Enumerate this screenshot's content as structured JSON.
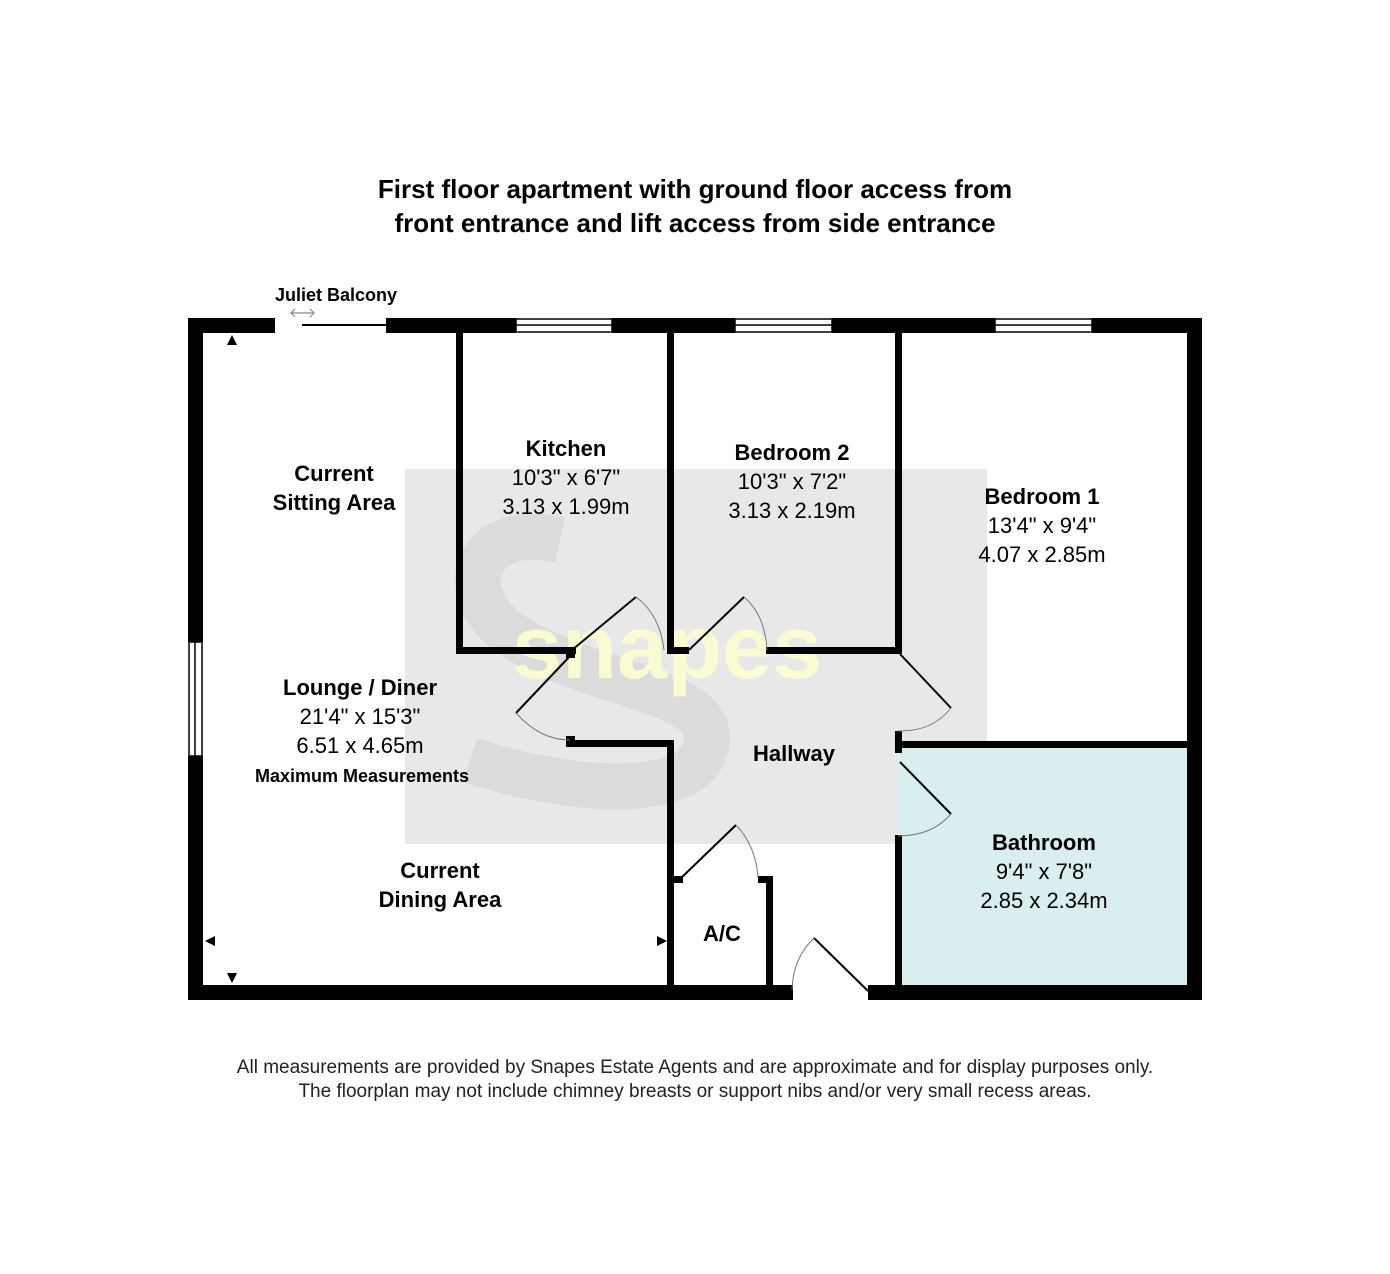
{
  "title": {
    "line1": "First floor apartment with ground floor access from",
    "line2": "front entrance and lift access from side entrance"
  },
  "balcony_label": "Juliet Balcony",
  "watermark": "snapes",
  "rooms": {
    "kitchen": {
      "name": "Kitchen",
      "imperial": "10'3\" x 6'7\"",
      "metric": "3.13 x 1.99m"
    },
    "bedroom2": {
      "name": "Bedroom 2",
      "imperial": "10'3\" x 7'2\"",
      "metric": "3.13 x 2.19m"
    },
    "bedroom1": {
      "name": "Bedroom 1",
      "imperial": "13'4\" x 9'4\"",
      "metric": "4.07 x 2.85m"
    },
    "lounge": {
      "name": "Lounge / Diner",
      "imperial": "21'4\" x 15'3\"",
      "metric": "6.51 x 4.65m",
      "note": "Maximum Measurements"
    },
    "sitting_area": {
      "line1": "Current",
      "line2": "Sitting Area"
    },
    "dining_area": {
      "line1": "Current",
      "line2": "Dining Area"
    },
    "hallway": {
      "name": "Hallway"
    },
    "bathroom": {
      "name": "Bathroom",
      "imperial": "9'4\" x 7'8\"",
      "metric": "2.85 x 2.34m"
    },
    "ac": {
      "name": "A/C"
    }
  },
  "colors": {
    "wall": "#000000",
    "bathroom_fill": "#d9eeee",
    "watermark_box": "#e6e6e6",
    "watermark_text": "#fbfbd2"
  },
  "footer": {
    "line1": "All measurements are provided by Snapes Estate Agents and are approximate and for display purposes only.",
    "line2": "The floorplan may not include chimney breasts or support nibs and/or very small recess areas."
  }
}
